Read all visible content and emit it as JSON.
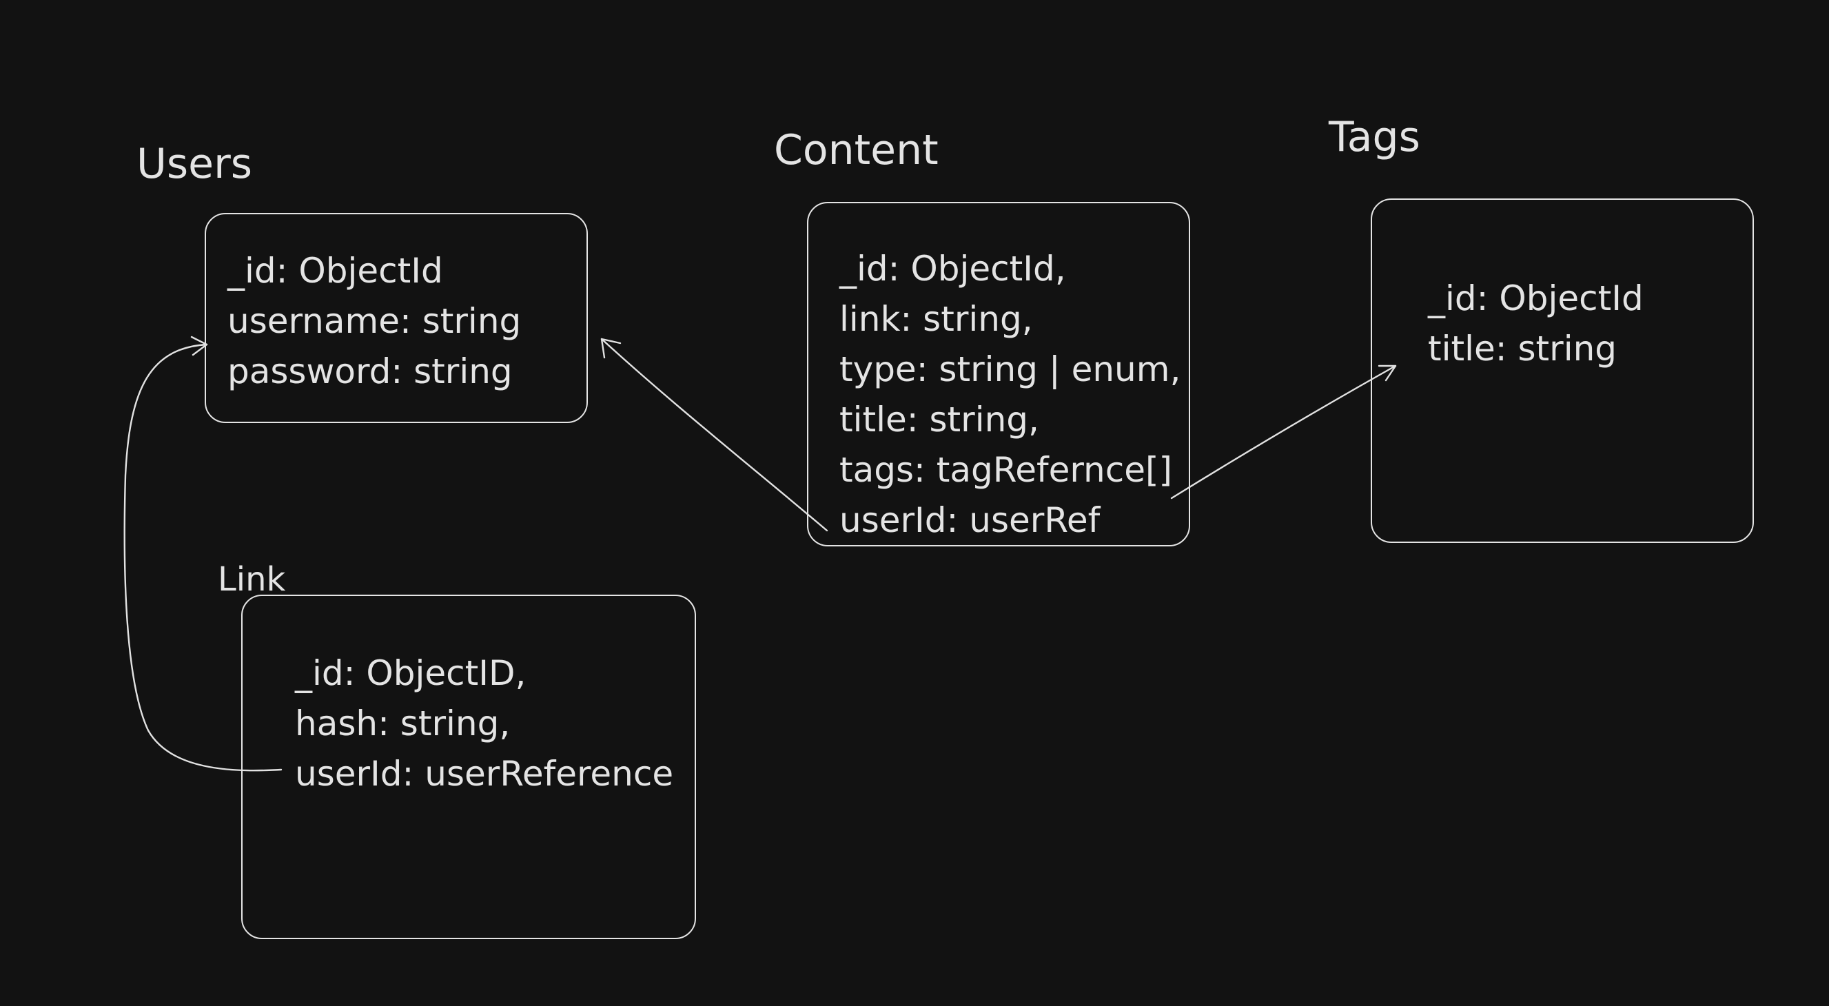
{
  "diagram": {
    "entities": {
      "users": {
        "title": "Users",
        "fields": [
          "_id: ObjectId",
          "username: string",
          "password: string"
        ]
      },
      "content": {
        "title": "Content",
        "fields": [
          "_id: ObjectId,",
          "link: string,",
          "type: string | enum,",
          "title: string,",
          "tags: tagRefernce[]",
          "userId: userRef"
        ]
      },
      "tags": {
        "title": "Tags",
        "fields": [
          "_id: ObjectId",
          "title: string"
        ]
      },
      "link": {
        "title": "Link",
        "fields": [
          "_id: ObjectID,",
          "hash: string,",
          "userId: userReference"
        ]
      }
    },
    "relations": [
      {
        "from": "content",
        "to": "users"
      },
      {
        "from": "content",
        "to": "tags"
      },
      {
        "from": "link",
        "to": "users"
      }
    ]
  }
}
